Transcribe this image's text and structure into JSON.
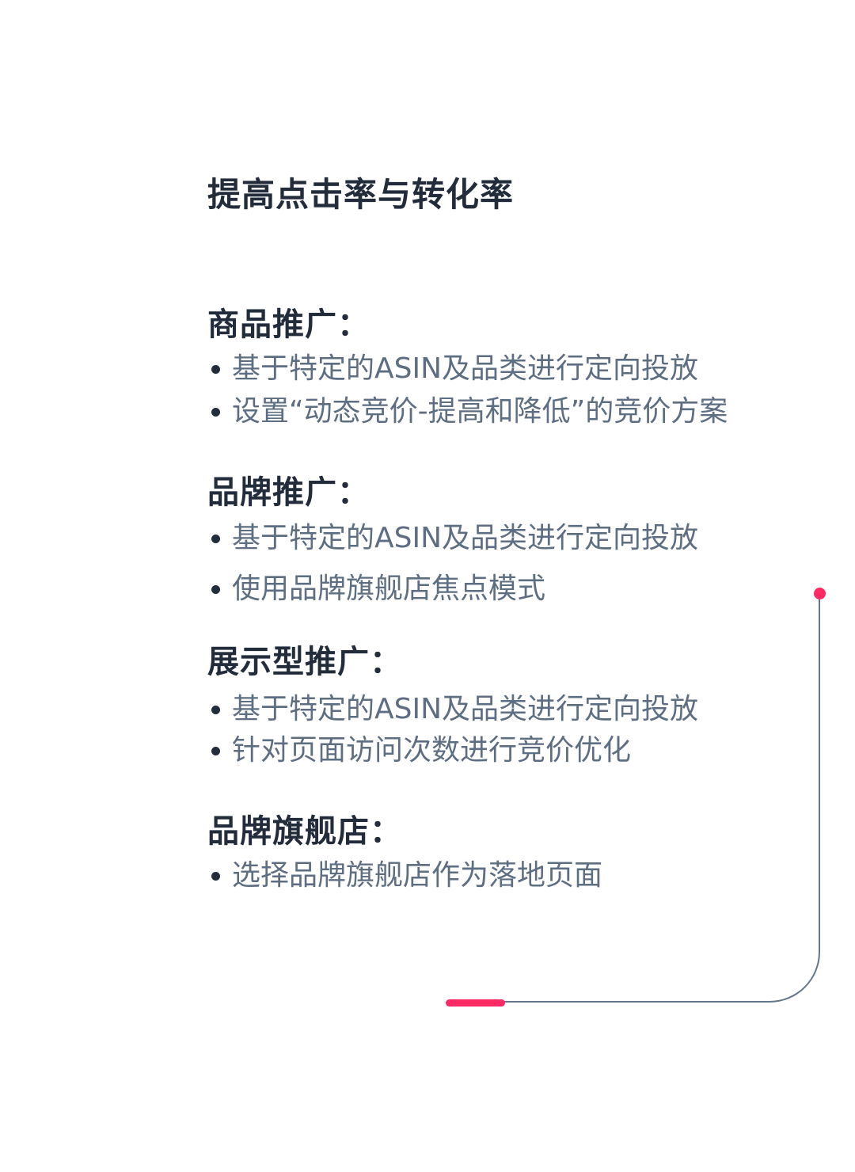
{
  "title": "提高点击率与转化率",
  "colors": {
    "heading": "#222c3b",
    "body_text": "#5e6e82",
    "accent": "#ff2a64",
    "line": "#66778c"
  },
  "sections": [
    {
      "heading": "商品推广：",
      "items": [
        "基于特定的ASIN及品类进行定向投放",
        "设置“动态竞价-提高和降低”的竞价方案"
      ]
    },
    {
      "heading": "品牌推广：",
      "items": [
        "基于特定的ASIN及品类进行定向投放",
        "使用品牌旗舰店焦点模式"
      ]
    },
    {
      "heading": "展示型推广：",
      "items": [
        "基于特定的ASIN及品类进行定向投放",
        "针对页面访问次数进行竞价优化"
      ]
    },
    {
      "heading": "品牌旗舰店：",
      "items": [
        "选择品牌旗舰店作为落地页面"
      ]
    }
  ]
}
